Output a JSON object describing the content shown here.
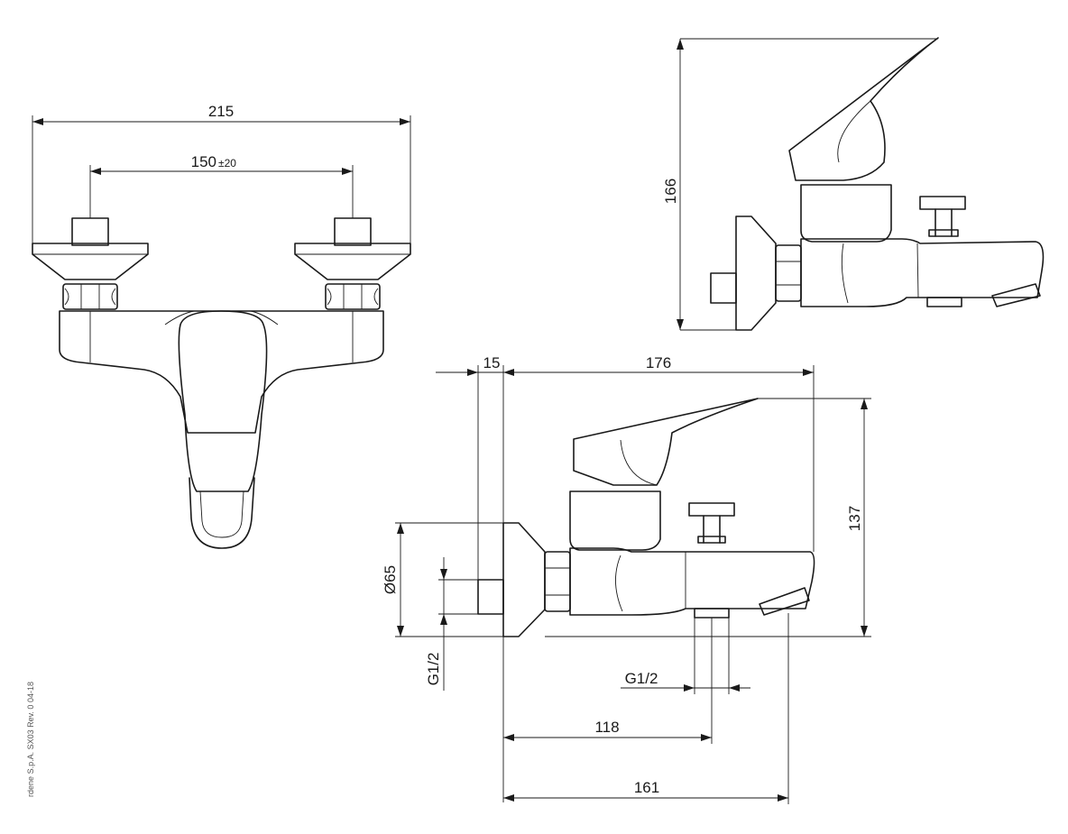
{
  "dimensions": {
    "overall_width": "215",
    "centre_distance": "150",
    "centre_tolerance": "±20",
    "side_height": "166",
    "wall_plate_thickness": "15",
    "body_depth": "176",
    "body_height": "137",
    "plate_diameter": "Ø65",
    "inlet_thread": "G1/2",
    "outlet_thread": "G1/2",
    "outlet_distance": "118",
    "spout_reach": "161"
  },
  "footer": {
    "revision": "rdene S.p.A. SX03 Rev. 0 04-18"
  },
  "colors": {
    "line": "#1a1a1a",
    "background": "#ffffff"
  }
}
